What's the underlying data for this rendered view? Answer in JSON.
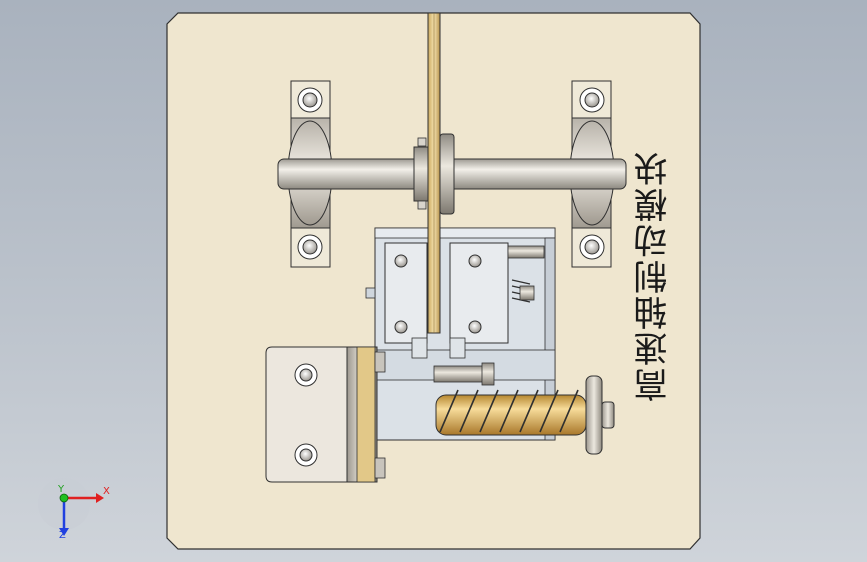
{
  "model": {
    "title": "高速轴制动模块"
  },
  "triad": {
    "x_label": "X",
    "y_label": "Y",
    "z_label": "Z"
  },
  "colors": {
    "plate": "#efe6cf",
    "metal": "#c9c6c0",
    "bracket": "#dbe1e7",
    "brass": "#e3c078",
    "outline": "#303030",
    "x_axis": "#e02020",
    "y_axis": "#20c020",
    "z_axis": "#2040e0"
  }
}
